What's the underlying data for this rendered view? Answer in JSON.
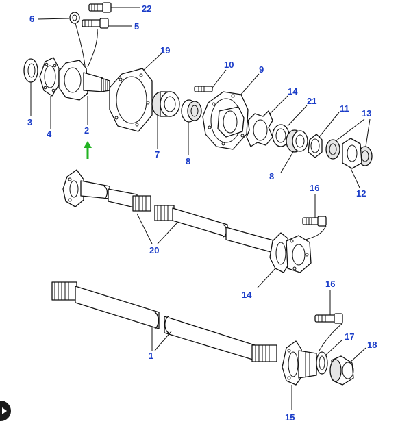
{
  "colors": {
    "callout": "#1a3cc8",
    "line": "#111111",
    "arrow": "#22b322"
  },
  "callouts": {
    "c1": "1",
    "c2": "2",
    "c3": "3",
    "c4": "4",
    "c5": "5",
    "c6": "6",
    "c7": "7",
    "c8a": "8",
    "c8b": "8",
    "c9": "9",
    "c10": "10",
    "c11": "11",
    "c12": "12",
    "c13": "13",
    "c14a": "14",
    "c14b": "14",
    "c15": "15",
    "c16a": "16",
    "c16b": "16",
    "c17": "17",
    "c18": "18",
    "c19": "19",
    "c20": "20",
    "c21": "21",
    "c22": "22"
  },
  "icons": {
    "direction_arrow": "up-arrow-icon",
    "overlay_button": "play-icon"
  }
}
